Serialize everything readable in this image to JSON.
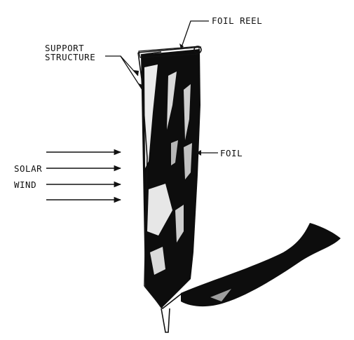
{
  "labels": {
    "foil_reel": "FOIL REEL",
    "support_structure_line1": "SUPPORT",
    "support_structure_line2": "STRUCTURE",
    "foil": "FOIL",
    "solar_line1": "SOLAR",
    "wind_line2": "WIND"
  },
  "colors": {
    "ink": "#111111",
    "paper": "#ffffff"
  },
  "icons": {
    "wind_arrows": "arrow-right"
  }
}
